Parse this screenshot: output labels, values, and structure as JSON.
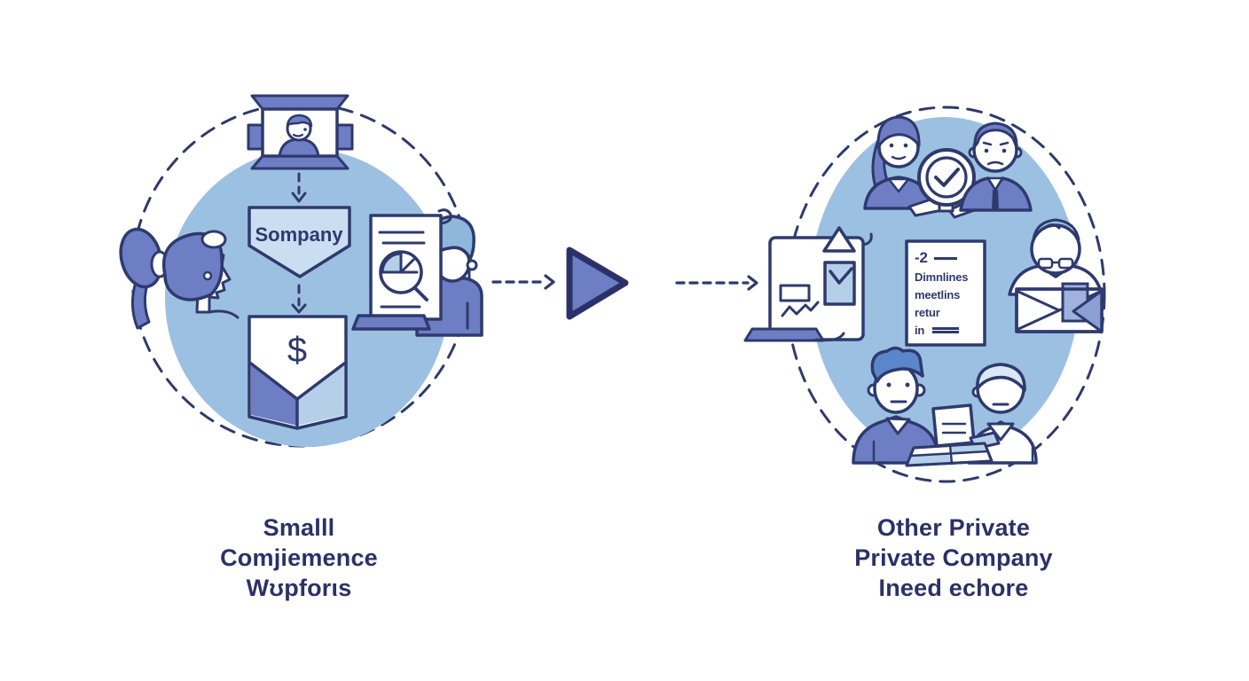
{
  "colors": {
    "background": "#ffffff",
    "navy": "#2e3a6e",
    "ink": "#2b3168",
    "circle": "#9cc0e2",
    "mid": "#6e7ec5",
    "midDark": "#5b86c9",
    "light": "#cadef1",
    "pale": "#b6cfe9",
    "hairLight": "#8fb7dc"
  },
  "left_group": {
    "banner_label": "Sompany",
    "money_symbol": "$",
    "caption_lines": [
      "Smalll",
      "Comjiemence",
      "Wʊpforιs"
    ],
    "icons": [
      "video-call-screen-icon",
      "dashed-down-arrow-icon",
      "company-banner-icon",
      "dashed-down-arrow-icon",
      "money-banner-icon",
      "woman-profile-icon",
      "report-magnifier-scroll-icon",
      "analyst-person-icon"
    ]
  },
  "connector": {
    "icons": [
      "dashed-right-arrow-icon",
      "play-triangle-icon",
      "dashed-right-arrow-icon"
    ]
  },
  "right_group": {
    "memo_lines": [
      "-2",
      "Dimnlines",
      "meetlins",
      "retur",
      "in"
    ],
    "caption_lines": [
      "Other Private",
      "Private Company",
      "Ineed echore"
    ],
    "icons": [
      "employee-woman-icon",
      "check-badge-icon",
      "businessman-icon",
      "chart-board-icon",
      "memo-note-icon",
      "senior-clerk-envelope-icon",
      "document-page-icon",
      "team-member-icon",
      "keyboard-tray-icon"
    ]
  }
}
